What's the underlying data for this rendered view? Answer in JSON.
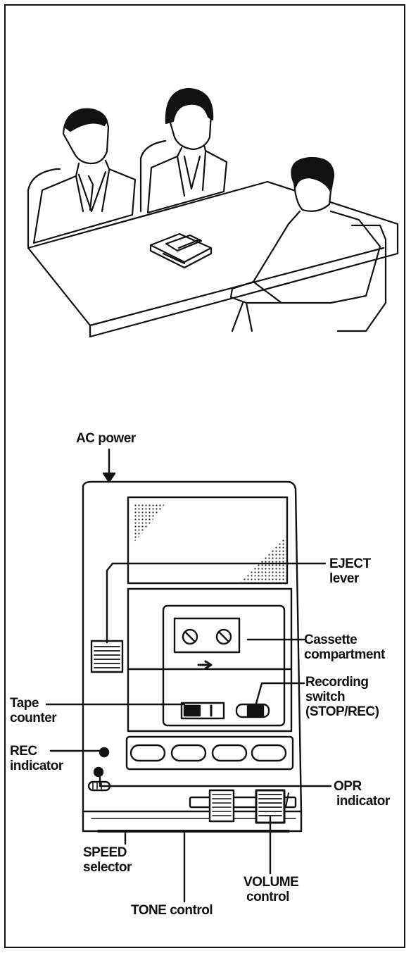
{
  "labels": {
    "ac_power": "AC power",
    "eject_lever": [
      "EJECT",
      "lever"
    ],
    "cassette_compartment": [
      "Cassette",
      "compartment"
    ],
    "recording_switch": [
      "Recording",
      "switch",
      "(STOP/REC)"
    ],
    "tape_counter": [
      "Tape",
      "counter"
    ],
    "rec_indicator": [
      "REC",
      "indicator"
    ],
    "opr_indicator": [
      "OPR",
      "indicator"
    ],
    "speed_selector": [
      "SPEED",
      "selector"
    ],
    "volume_control": [
      "VOLUME",
      "control"
    ],
    "tone_control": "TONE control"
  },
  "colors": {
    "ink": "#111111",
    "paper": "#ffffff"
  }
}
